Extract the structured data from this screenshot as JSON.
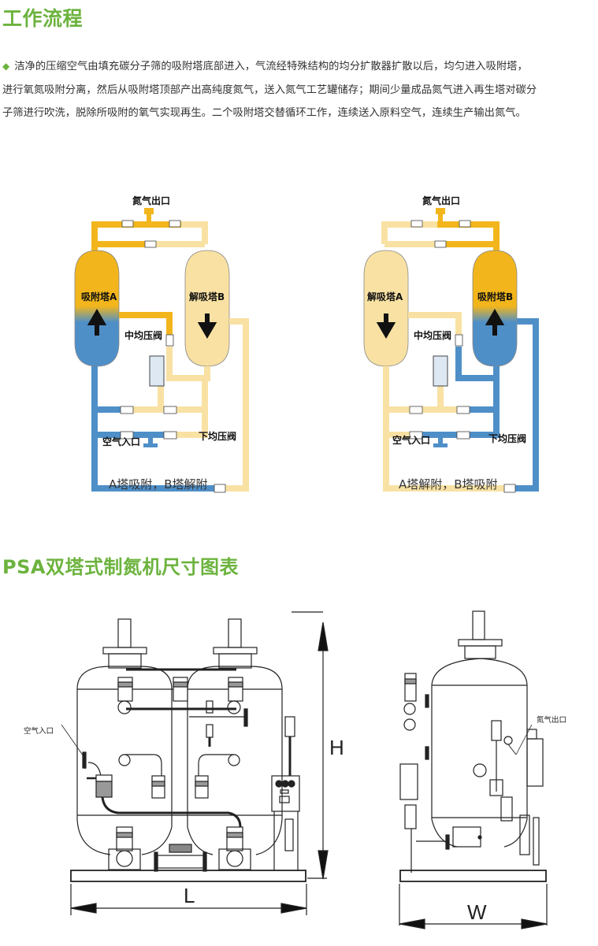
{
  "section1": {
    "title": "工作流程",
    "bullet_icon": "diamond-bullet-icon",
    "paragraph_lines": [
      "洁净的压缩空气由填充碳分子筛的吸附塔底部进入，气流经特殊结构的均分扩散器扩散以后，均匀进入吸附塔，",
      "进行氧氮吸附分离，然后从吸附塔顶部产出高纯度氮气，送入氮气工艺罐储存；期间少量成品氮气进入再生塔对碳分",
      "子筛进行吹洗，脱除所吸附的氧气实现再生。二个吸附塔交替循环工作，连续送入原料空气，连续生产输出氮气。"
    ]
  },
  "diagrams": [
    {
      "nitrogen_outlet": "氮气出口",
      "left_tower": "吸附塔A",
      "right_tower": "解吸塔B",
      "mid_valve": "中均压阀",
      "air_inlet": "空气入口",
      "low_valve": "下均压阀",
      "caption": "A塔吸附，B塔解附"
    },
    {
      "nitrogen_outlet": "氮气出口",
      "left_tower": "解吸塔A",
      "right_tower": "吸附塔B",
      "mid_valve": "中均压阀",
      "air_inlet": "空气入口",
      "low_valve": "下均压阀",
      "caption": "A塔解附，B塔吸附"
    }
  ],
  "section2": {
    "title": "PSA双塔式制氮机尺寸图表",
    "front_view": {
      "air_inlet_label": "空气入口",
      "height_label": "H",
      "length_label": "L"
    },
    "side_view": {
      "nitrogen_outlet_label": "氮气出口",
      "width_label": "W"
    }
  },
  "colors": {
    "accent_green": "#6cb33e",
    "adsorb_yellow": "#f2b61c",
    "desorb_cream": "#f8e1a3",
    "air_blue": "#4f8fc8"
  }
}
